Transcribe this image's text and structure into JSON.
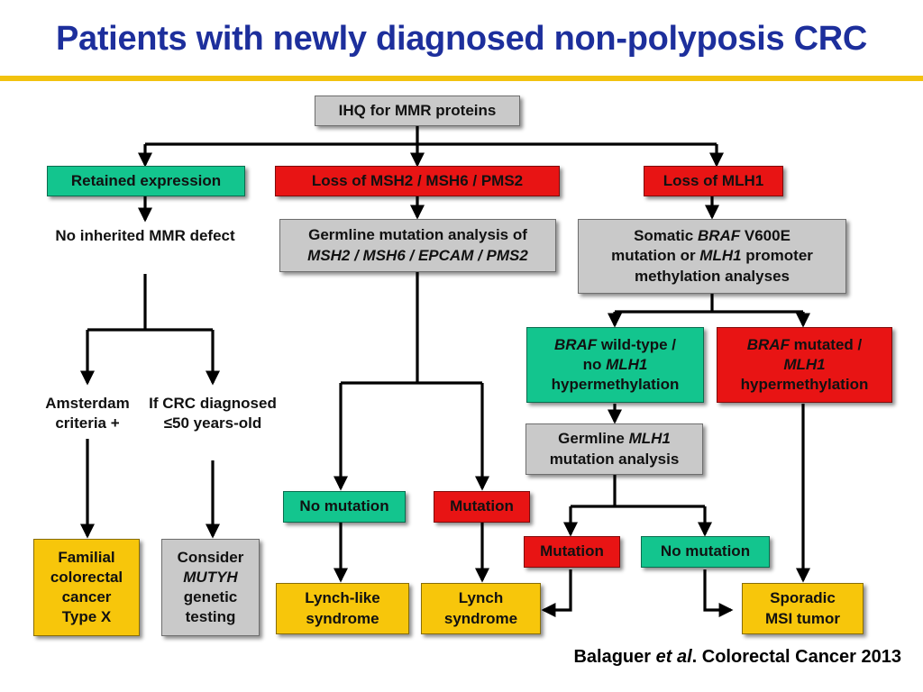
{
  "title": "Patients with newly diagnosed non-polyposis CRC",
  "citation": "Balaguer et al. Colorectal Cancer 2013",
  "nodes": {
    "ihq": {
      "lines": [
        "IHQ for MMR proteins"
      ]
    },
    "retained": {
      "lines": [
        "Retained expression"
      ]
    },
    "loss_msh2": {
      "lines": [
        "Loss of MSH2 / MSH6 / PMS2"
      ]
    },
    "loss_mlh1": {
      "lines": [
        "Loss of MLH1"
      ]
    },
    "no_inherited": {
      "lines": [
        "No inherited",
        "MMR defect"
      ]
    },
    "germline_msh2": {
      "lines": [
        "Germline mutation analysis of",
        "MSH2 / MSH6 / EPCAM / PMS2"
      ]
    },
    "somatic_braf": {
      "lines": [
        "Somatic BRAF V600E",
        "mutation or MLH1 promoter",
        "methylation analyses"
      ]
    },
    "amsterdam": {
      "lines": [
        "Amsterdam",
        "criteria +"
      ]
    },
    "crc_50": {
      "lines": [
        "If CRC",
        "diagnosed",
        "≤50 years-old"
      ]
    },
    "braf_wild": {
      "lines": [
        "BRAF wild-type /",
        "no MLH1",
        "hypermethylation"
      ]
    },
    "braf_mut": {
      "lines": [
        "BRAF mutated /",
        "MLH1",
        "hypermethylation"
      ]
    },
    "germline_mlh1": {
      "lines": [
        "Germline MLH1",
        "mutation analysis"
      ]
    },
    "no_mutation_1": {
      "lines": [
        "No mutation"
      ]
    },
    "mutation_1": {
      "lines": [
        "Mutation"
      ]
    },
    "mutation_2": {
      "lines": [
        "Mutation"
      ]
    },
    "no_mutation_2": {
      "lines": [
        "No mutation"
      ]
    },
    "familial": {
      "lines": [
        "Familial",
        "colorectal",
        "cancer",
        "Type X"
      ]
    },
    "mutyh": {
      "lines": [
        "Consider",
        "MUTYH",
        "genetic",
        "testing"
      ]
    },
    "lynch_like": {
      "lines": [
        "Lynch-like",
        "syndrome"
      ]
    },
    "lynch": {
      "lines": [
        "Lynch",
        "syndrome"
      ]
    },
    "sporadic": {
      "lines": [
        "Sporadic",
        "MSI tumor"
      ]
    }
  },
  "colors": {
    "title": "#1d2f9c",
    "rule": "#f2c20f",
    "gray": "#c9c9c9",
    "green": "#13c58e",
    "red": "#e81414",
    "yellow": "#f7c60b"
  }
}
